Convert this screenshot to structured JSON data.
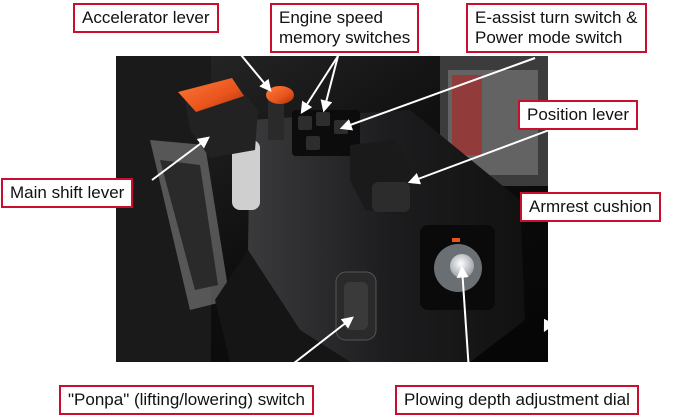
{
  "callouts": {
    "accelerator_lever": "Accelerator lever",
    "engine_speed_line1": "Engine speed",
    "engine_speed_line2": "memory switches",
    "eassist_line1": "E-assist turn switch &",
    "eassist_line2": "Power mode switch",
    "position_lever": "Position lever",
    "main_shift_lever": "Main shift lever",
    "armrest_cushion": "Armrest cushion",
    "ponpa_switch": "\"Ponpa\" (lifting/lowering) switch",
    "plowing_depth_dial": "Plowing depth adjustment dial"
  },
  "colors": {
    "callout_border": "#c8102e",
    "leader_line": "#ffffff",
    "lever_knob": "#e8541c"
  }
}
